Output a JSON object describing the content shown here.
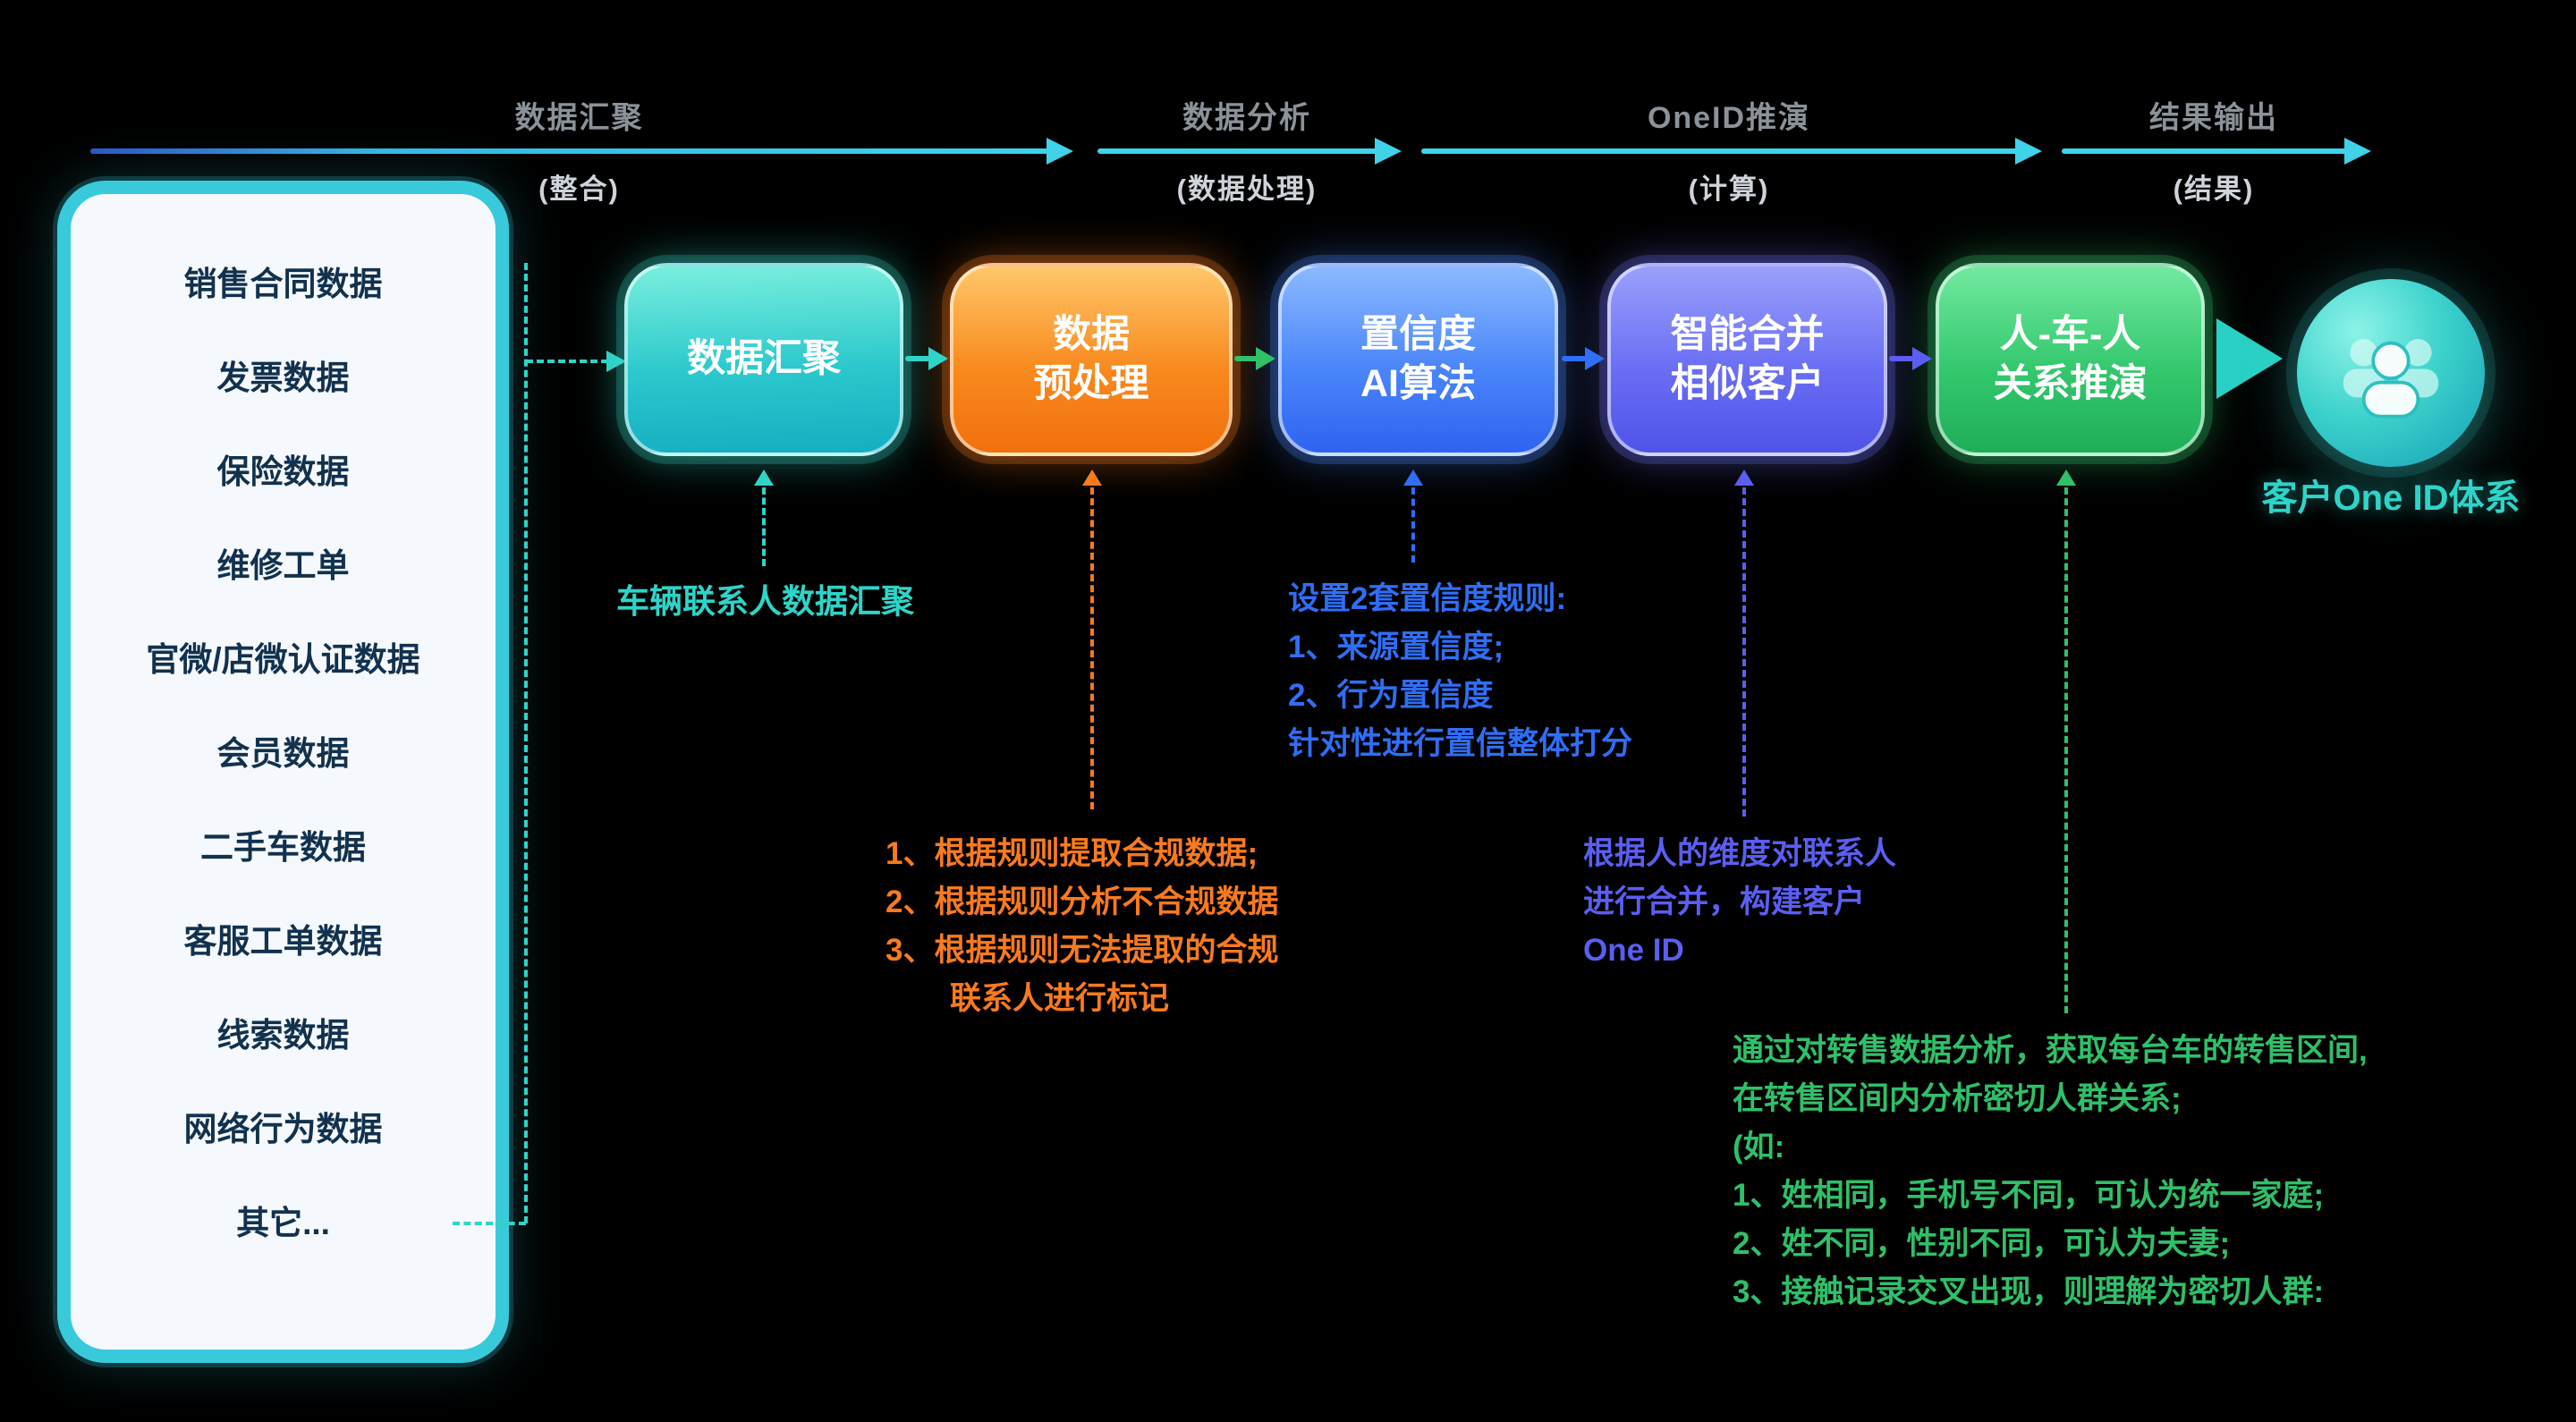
{
  "colors": {
    "background": "#000000",
    "timeline": "#3FD2E8",
    "phase_label": "#8B9299",
    "phase_sublabel": "#CFD4DA",
    "panel_border": "#38CADA",
    "panel_fill": "#F5F8FC",
    "panel_text": "#12314E",
    "teal": "#2FD4C8",
    "orange": "#F97A1F",
    "blue": "#2F6EF5",
    "indigo": "#5B5EF0",
    "green": "#2FC069"
  },
  "timeline": {
    "phases": [
      {
        "label": "数据汇聚",
        "sublabel": "(整合)"
      },
      {
        "label": "数据分析",
        "sublabel": "(数据处理)"
      },
      {
        "label": "OneID推演",
        "sublabel": "(计算)"
      },
      {
        "label": "结果输出",
        "sublabel": "(结果)"
      }
    ]
  },
  "sources": {
    "items": [
      "销售合同数据",
      "发票数据",
      "保险数据",
      "维修工单",
      "官微/店微认证数据",
      "会员数据",
      "二手车数据",
      "客服工单数据",
      "线索数据",
      "网络行为数据",
      "其它..."
    ]
  },
  "flow": {
    "boxes": [
      {
        "lines": [
          "数据汇聚"
        ]
      },
      {
        "lines": [
          "数据",
          "预处理"
        ]
      },
      {
        "lines": [
          "置信度",
          "AI算法"
        ]
      },
      {
        "lines": [
          "智能合并",
          "相似客户"
        ]
      },
      {
        "lines": [
          "人-车-人",
          "关系推演"
        ]
      }
    ]
  },
  "result": {
    "label": "客户One ID体系",
    "icon": "people-group-icon"
  },
  "annotations": {
    "aggregation": {
      "lines": [
        "车辆联系人数据汇聚"
      ]
    },
    "preprocess": {
      "lines": [
        "1、根据规则提取合规数据;",
        "2、根据规则分析不合规数据",
        "3、根据规则无法提取的合规",
        "联系人进行标记"
      ]
    },
    "confidence": {
      "lines": [
        "设置2套置信度规则:",
        "1、来源置信度;",
        "2、行为置信度",
        "针对性进行置信整体打分"
      ]
    },
    "merge": {
      "lines": [
        "根据人的维度对联系人",
        "进行合并，构建客户",
        "One ID"
      ]
    },
    "relation": {
      "lines": [
        "通过对转售数据分析，获取每台车的转售区间,",
        "在转售区间内分析密切人群关系;",
        "(如:",
        "1、姓相同，手机号不同，可认为统一家庭;",
        "2、姓不同，性别不同，可认为夫妻;",
        "3、接触记录交叉出现，则理解为密切人群:"
      ]
    }
  }
}
